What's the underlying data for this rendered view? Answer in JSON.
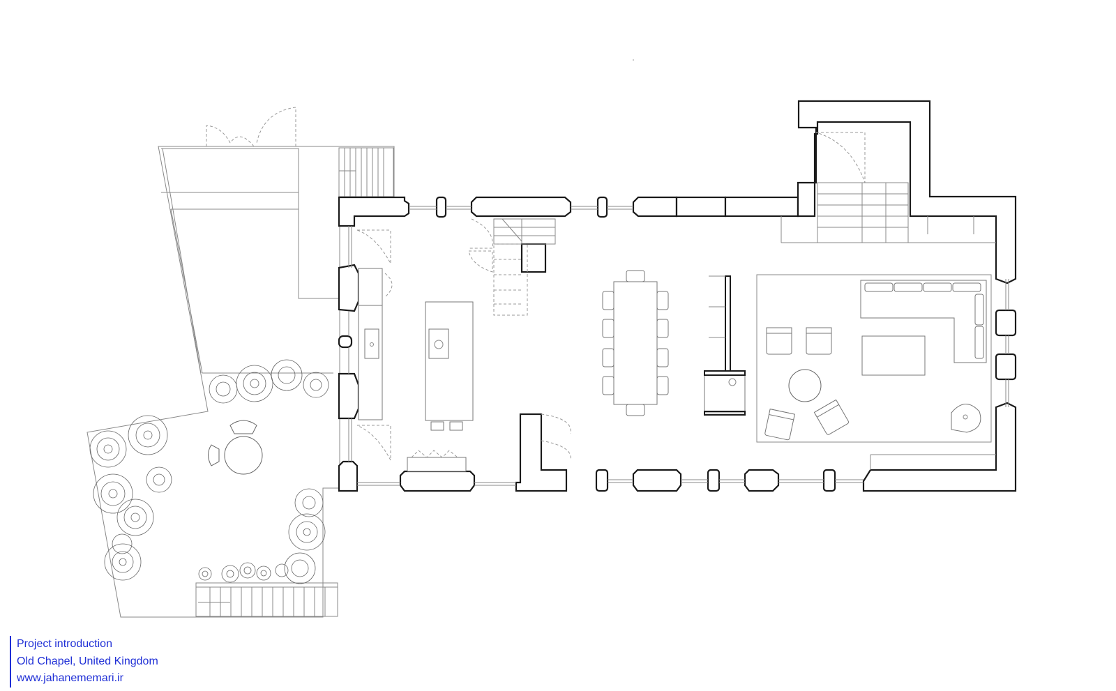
{
  "caption": {
    "line1": "Project introduction",
    "line2": "Old Chapel, United Kingdom",
    "line3": "www.jahanememari.ir"
  },
  "colors": {
    "caption_text": "#1f2fd6",
    "wall": "#1a1a1a",
    "thin_line": "#888888",
    "background": "#ffffff"
  }
}
